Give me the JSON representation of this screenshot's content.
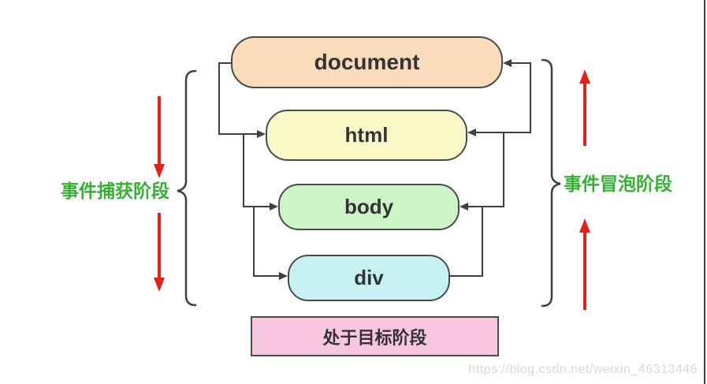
{
  "colors": {
    "document-fill": "#fbdcba",
    "html-fill": "#faf8c6",
    "body-fill": "#ccf5c5",
    "div-fill": "#c6f2f4",
    "target-fill": "#f9c6e0",
    "node-border": "#4a4a4a",
    "node-text": "#333333",
    "line": "#3f3f3f",
    "phase-green": "#33b133",
    "arrow-red": "#e62117",
    "watermark-gray": "#d7d7d7"
  },
  "diagram": {
    "nodes": [
      {
        "label": "document"
      },
      {
        "label": "html"
      },
      {
        "label": "body"
      },
      {
        "label": "div"
      }
    ],
    "target_box": {
      "label": "处于目标阶段"
    },
    "capture_phase": {
      "label": "事件捕获阶段"
    },
    "bubble_phase": {
      "label": "事件冒泡阶段"
    }
  },
  "watermark": {
    "text": "https://blog.csdn.net/weixin_46313446"
  }
}
